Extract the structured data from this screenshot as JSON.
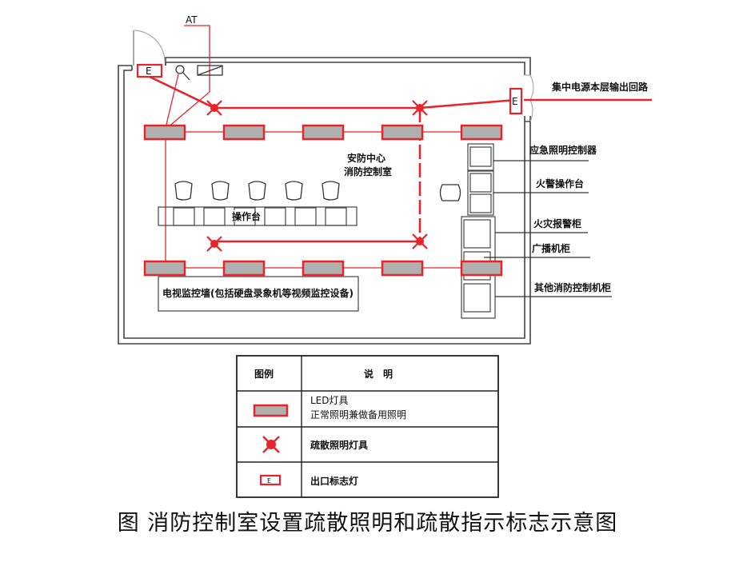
{
  "diagram": {
    "labels": {
      "at": "AT",
      "power_circuit": "集中电源本层输出回路",
      "room_name_1": "安防中心",
      "room_name_2": "消防控制室",
      "console": "操作台",
      "tv_wall": "电视监控墙(包括硬盘录象机等视频监控设备)",
      "exit_sign_letter": "E"
    },
    "equipment": [
      "应急照明控制器",
      "火警操作台",
      "火灾报警柜",
      "广播机柜",
      "其他消防控制机柜"
    ],
    "colors": {
      "circuit_red": "#e8242a",
      "led_fill": "#b0b0b0",
      "wall": "#444444"
    }
  },
  "legend": {
    "header_symbol": "图例",
    "header_desc": "说　明",
    "rows": [
      {
        "symbol": "led-fixture",
        "desc_line1": "LED灯具",
        "desc_line2": "正常照明兼做备用照明"
      },
      {
        "symbol": "evacuation-light",
        "desc_line1": "疏散照明灯具"
      },
      {
        "symbol": "exit-sign",
        "desc_line1": "出口标志灯",
        "letter": "E"
      }
    ]
  },
  "caption": "图 消防控制室设置疏散照明和疏散指示标志示意图"
}
